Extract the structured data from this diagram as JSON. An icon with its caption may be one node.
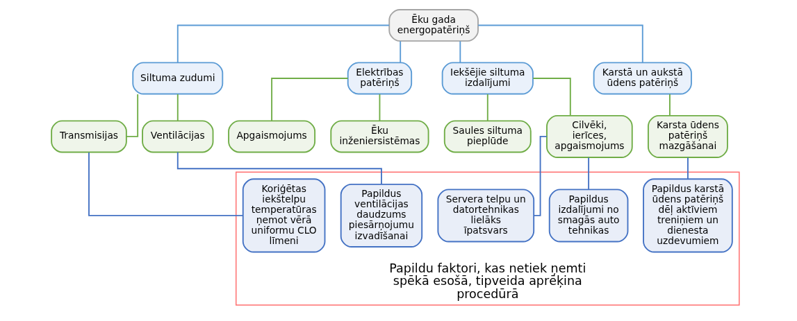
{
  "diagram": {
    "nodes": [
      {
        "text": [
          "Ēku gada energopatēriņš"
        ]
      },
      {
        "text": [
          "Siltuma zudumi"
        ]
      },
      {
        "text": [
          "Elektrības patēriņš"
        ]
      },
      {
        "text": [
          "Iekšējie siltuma izdalījumi"
        ]
      },
      {
        "text": [
          "Karstā un aukstā ūdens patēriņš"
        ]
      },
      {
        "text": [
          "Transmisijas"
        ]
      },
      {
        "text": [
          "Ventilācijas"
        ]
      },
      {
        "text": [
          "Apgaismojums"
        ]
      },
      {
        "text": [
          "Ēku inženiersistēmas"
        ]
      },
      {
        "text": [
          "Saules siltuma pieplūde"
        ]
      },
      {
        "text": [
          "Cilvēki, ierīces, apgaismojums"
        ]
      },
      {
        "text": [
          "Karsta ūdens patēriņš mazgāšanai"
        ]
      },
      {
        "text": [
          "Papildu faktori, kas netiek ņemti spēkā esošā, tipveida aprēķina procedūrā"
        ]
      },
      {
        "text": [
          "Koriģētas iekštelpu temperatūras ņemot vērā uniformu CLO līmeni"
        ],
        "in": 12
      },
      {
        "text": [
          "Papildus ventilācijas daudzums piesārņojumu izvadīšanai"
        ],
        "in": 12
      },
      {
        "text": [
          "Papildus izdalījumi no smagās auto tehnikas"
        ],
        "in": 12
      },
      {
        "text": [
          "Servera telpu un datortehnikas lielāks īpatsvars"
        ],
        "in": 12
      },
      {
        "text": [
          "Papildus karstā ūdens patēriņš dēļ aktīviem treniņiem un dienesta uzdevumiem"
        ],
        "in": 12
      }
    ],
    "edges": [
      {
        "from": 0,
        "to": 1,
        "arrow": "none",
        "color": "#5b9bd5"
      },
      {
        "from": 0,
        "to": 2,
        "arrow": "none",
        "color": "#5b9bd5"
      },
      {
        "from": 0,
        "to": 3,
        "arrow": "none",
        "color": "#5b9bd5"
      },
      {
        "from": 0,
        "to": 4,
        "arrow": "none",
        "color": "#5b9bd5"
      },
      {
        "from": 1,
        "to": 5,
        "arrow": "none",
        "color": "#70ad47"
      },
      {
        "from": 1,
        "to": 6,
        "arrow": "none",
        "color": "#70ad47"
      },
      {
        "from": 2,
        "to": 7,
        "arrow": "none",
        "color": "#70ad47"
      },
      {
        "from": 2,
        "to": 8,
        "arrow": "none",
        "color": "#70ad47"
      },
      {
        "from": 3,
        "to": 9,
        "arrow": "none",
        "color": "#70ad47"
      },
      {
        "from": 3,
        "to": 10,
        "arrow": "none",
        "color": "#70ad47"
      },
      {
        "from": 4,
        "to": 11,
        "arrow": "none",
        "color": "#70ad47"
      },
      {
        "from": 5,
        "to": 13,
        "arrow": "none",
        "color": "#4472c4"
      },
      {
        "from": 6,
        "to": 14,
        "arrow": "none",
        "color": "#4472c4"
      },
      {
        "from": 10,
        "to": 15,
        "arrow": "none",
        "color": "#4472c4"
      },
      {
        "from": 10,
        "to": 16,
        "arrow": "none",
        "color": "#4472c4"
      },
      {
        "from": 11,
        "to": 17,
        "arrow": "none",
        "color": "#4472c4"
      }
    ]
  }
}
